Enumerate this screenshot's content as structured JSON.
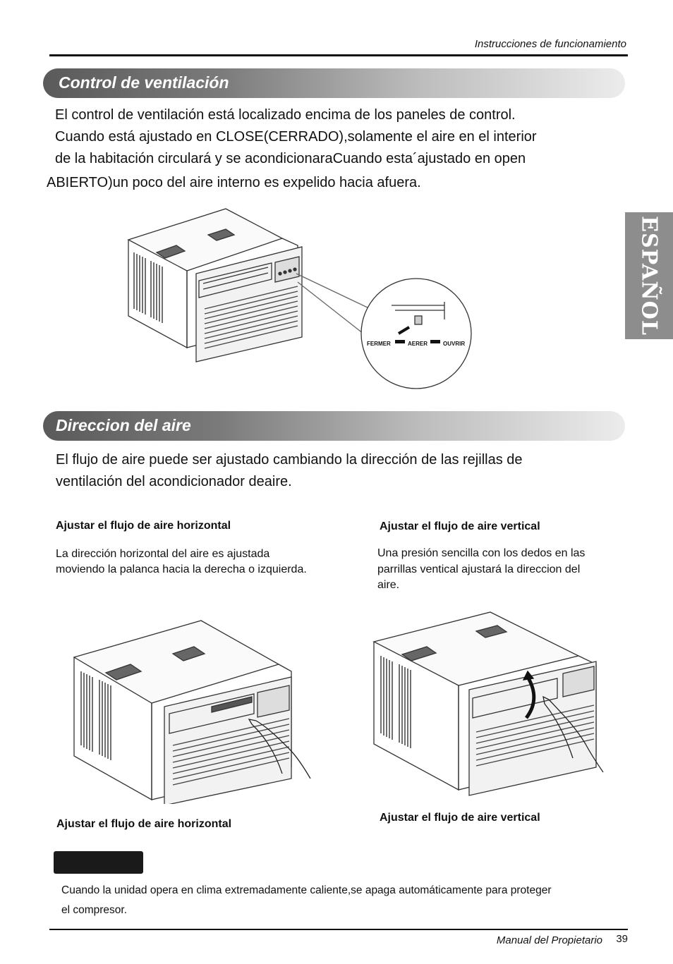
{
  "header": {
    "section": "Instrucciones de funcionamiento"
  },
  "side_tab": {
    "label": "ESPAÑOL"
  },
  "ventilation": {
    "title": "Control de ventilación",
    "lines": [
      "El control de ventilación está localizado encima de los paneles de control.",
      "Cuando está ajustado en CLOSE(CERRADO),solamente el aire en el interior",
      "de la habitación circulará y se acondicionaraCuando esta´ajustado en open",
      "ABIERTO)un poco del aire interno es expelido hacia afuera."
    ],
    "lever_labels": {
      "close": "FERMER",
      "middle": "AERER",
      "open": "OUVRIR"
    }
  },
  "airflow": {
    "title": "Direccion del aire",
    "lines": [
      "El flujo de aire puede ser ajustado cambiando la dirección de las rejillas de",
      "ventilación del acondicionador deaire."
    ],
    "horizontal": {
      "heading": "Ajustar el flujo de aire horizontal",
      "lines": [
        "La dirección horizontal del aire es ajustada",
        "moviendo la palanca hacia la derecha o izquierda."
      ],
      "caption": "Ajustar el flujo de aire horizontal"
    },
    "vertical": {
      "heading": "Ajustar el flujo de aire vertical",
      "lines": [
        "Una presión sencilla con los dedos en las",
        "parrillas ventical ajustará la direccion del",
        "aire."
      ],
      "caption": "Ajustar el flujo de aire vertical"
    }
  },
  "note": {
    "lines": [
      "Cuando la unidad opera en clima extremadamente caliente,se apaga automáticamente para proteger",
      "el compresor."
    ]
  },
  "footer": {
    "manual": "Manual del Propietario",
    "page": "39"
  }
}
